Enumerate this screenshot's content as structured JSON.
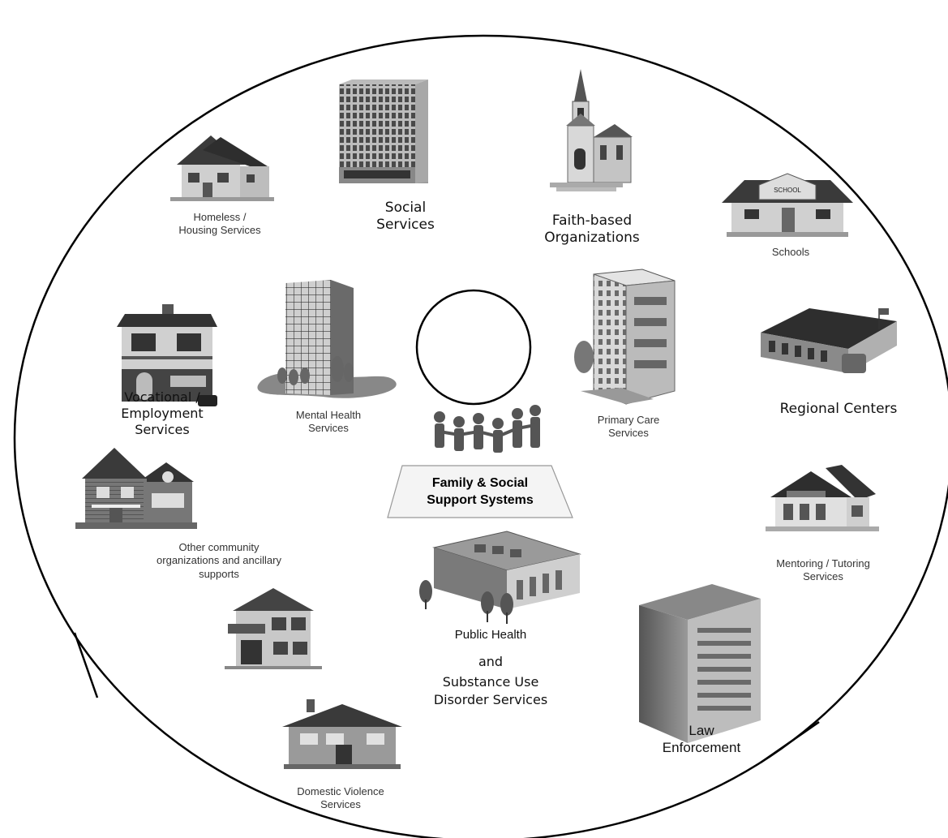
{
  "nodes": [
    {
      "id": "homeless",
      "lines": [
        "Homeless /",
        "Housing Services"
      ]
    },
    {
      "id": "social",
      "lines": [
        "Social",
        "Services"
      ]
    },
    {
      "id": "faith",
      "lines": [
        "Faith-based",
        "Organizations"
      ]
    },
    {
      "id": "schools",
      "lines": [
        "Schools"
      ],
      "sign": "SCHOOL"
    },
    {
      "id": "vocational",
      "lines": [
        "Vocational /",
        "Employment",
        "Services"
      ]
    },
    {
      "id": "mental",
      "lines": [
        "Mental Health",
        "Services"
      ]
    },
    {
      "id": "primary",
      "lines": [
        "Primary Care",
        "Services"
      ]
    },
    {
      "id": "regional",
      "lines": [
        "Regional Centers"
      ]
    },
    {
      "id": "other",
      "lines": [
        "Other community",
        "organizations and ancillary",
        "supports"
      ]
    },
    {
      "id": "mentoring",
      "lines": [
        "Mentoring / Tutoring",
        "Services"
      ]
    },
    {
      "id": "public",
      "lines": [
        "Public Health",
        "and",
        "Substance Use",
        "Disorder Services"
      ]
    },
    {
      "id": "law",
      "lines": [
        "Law",
        "Enforcement"
      ]
    },
    {
      "id": "domestic",
      "lines": [
        "Domestic Violence",
        "Services"
      ]
    }
  ],
  "center": {
    "lines": [
      "Family & Social",
      "Support Systems"
    ]
  },
  "colors": {
    "outline": "#000000",
    "building_dark": "#3a3a3a",
    "building_mid": "#8a8a8a",
    "building_light": "#cfcfcf",
    "roof": "#2b2b2b"
  }
}
